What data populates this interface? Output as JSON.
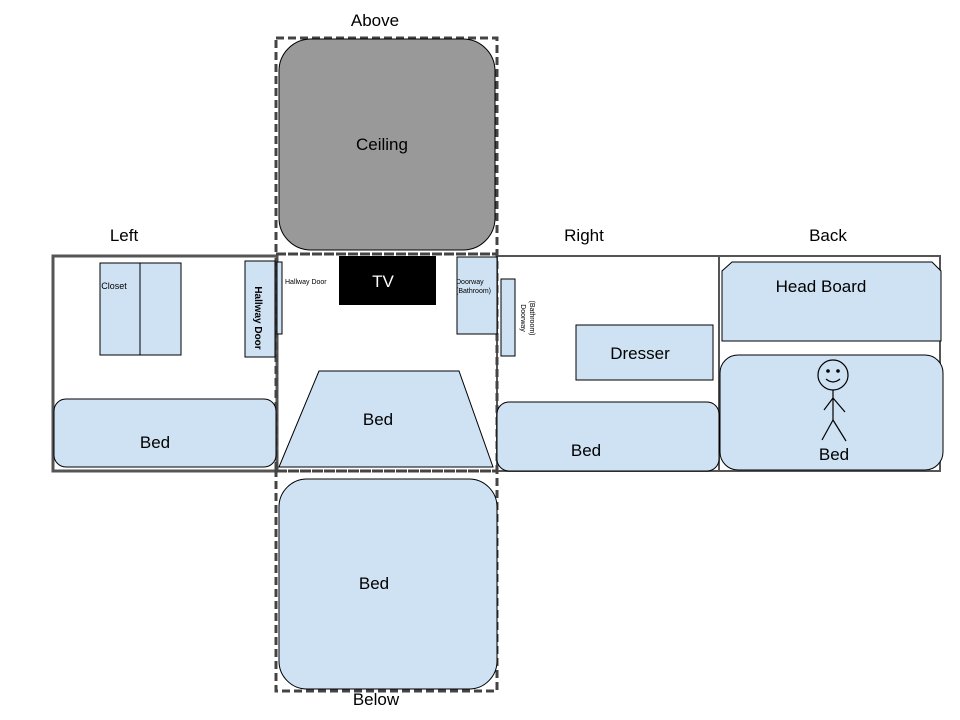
{
  "colors": {
    "furniture_fill": "#cfe2f3",
    "ceiling_fill": "#999999",
    "tv_fill": "#000000",
    "outline": "#000000",
    "dashed_outline": "#444444"
  },
  "labels": {
    "above": "Above",
    "left": "Left",
    "right": "Right",
    "back": "Back",
    "below": "Below"
  },
  "above_panel": {
    "ceiling": "Ceiling"
  },
  "left_panel": {
    "closet": "Closet",
    "hallway_door": "Hallway Door",
    "bed": "Bed"
  },
  "front_panel": {
    "tv": "TV",
    "hallway_door": "Hallway Door",
    "doorway_bathroom_line1": "Doorway",
    "doorway_bathroom_line2": "(Bathroom)",
    "bed": "Bed"
  },
  "right_panel": {
    "doorway_line1": "Doorway",
    "doorway_line2": "(Bathroom)",
    "dresser": "Dresser",
    "bed": "Bed"
  },
  "back_panel": {
    "head_board": "Head Board",
    "bed": "Bed",
    "person_icon": "stick-figure-icon"
  },
  "below_panel": {
    "bed": "Bed"
  }
}
